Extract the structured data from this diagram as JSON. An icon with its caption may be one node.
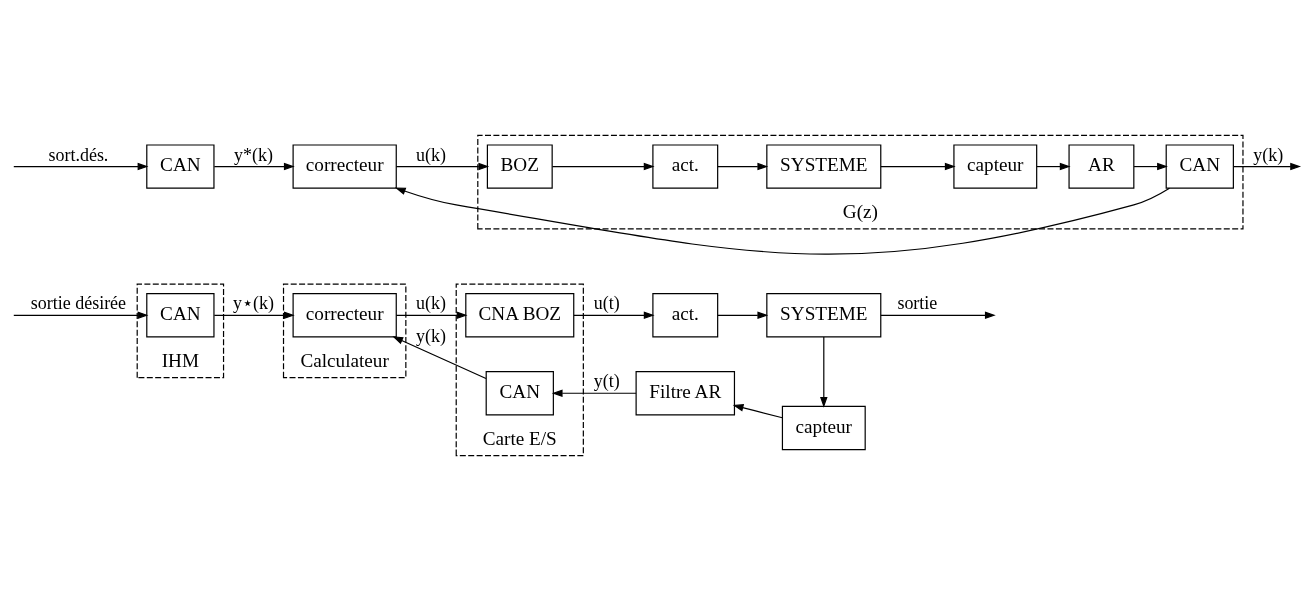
{
  "diagram": {
    "nodes": [
      {
        "text": [
          "IHM"
        ]
      },
      {
        "text": [
          "CAN"
        ],
        "in": 0
      },
      {
        "text": [
          "Calculateur"
        ]
      },
      {
        "text": [
          "correcteur"
        ],
        "in": 2
      },
      {
        "text": [
          "Carte E/S"
        ]
      },
      {
        "text": [
          "CNA BOZ"
        ],
        "in": 4
      },
      {
        "text": [
          "CAN"
        ],
        "in": 4
      },
      {
        "text": [
          "act."
        ]
      },
      {
        "text": [
          "SYSTEME"
        ]
      },
      {
        "text": [
          "Filtre AR"
        ]
      },
      {
        "text": [
          "capteur"
        ]
      },
      {
        "text": [
          "CAN"
        ]
      },
      {
        "text": [
          "correcteur"
        ]
      },
      {
        "text": [
          "G(z)"
        ]
      },
      {
        "text": [
          "BOZ"
        ],
        "in": 13
      },
      {
        "text": [
          "act."
        ],
        "in": 13
      },
      {
        "text": [
          "SYSTEME"
        ],
        "in": 13
      },
      {
        "text": [
          "capteur"
        ],
        "in": 13
      },
      {
        "text": [
          "AR"
        ],
        "in": 13
      },
      {
        "text": [
          "CAN"
        ],
        "in": 13
      }
    ],
    "edges": [
      {
        "from": null,
        "to": 1,
        "arrow": "to",
        "label": "sortie désirée"
      },
      {
        "from": 1,
        "to": 3,
        "arrow": "to",
        "label": "y⋆(k)"
      },
      {
        "from": 3,
        "to": 5,
        "arrow": "to",
        "label": "u(k)"
      },
      {
        "from": 5,
        "to": 7,
        "arrow": "to",
        "label": "u(t)"
      },
      {
        "from": 7,
        "to": 8,
        "arrow": "to"
      },
      {
        "from": 8,
        "to": null,
        "arrow": "to",
        "label": "sortie"
      },
      {
        "from": 8,
        "to": 10,
        "arrow": "to"
      },
      {
        "from": 10,
        "to": 9,
        "arrow": "to"
      },
      {
        "from": 9,
        "to": 6,
        "arrow": "to",
        "label": "y(t)"
      },
      {
        "from": 6,
        "to": 3,
        "arrow": "to",
        "label": "y(k)"
      },
      {
        "from": null,
        "to": 11,
        "arrow": "to",
        "label": "sort.dés."
      },
      {
        "from": 11,
        "to": 12,
        "arrow": "to",
        "label": "y*(k)"
      },
      {
        "from": 12,
        "to": 14,
        "arrow": "to",
        "label": "u(k)"
      },
      {
        "from": 14,
        "to": 15,
        "arrow": "to"
      },
      {
        "from": 15,
        "to": 16,
        "arrow": "to"
      },
      {
        "from": 16,
        "to": 17,
        "arrow": "to"
      },
      {
        "from": 17,
        "to": 18,
        "arrow": "to"
      },
      {
        "from": 18,
        "to": 19,
        "arrow": "to"
      },
      {
        "from": 19,
        "to": null,
        "arrow": "to",
        "label": "y(k)"
      },
      {
        "from": 19,
        "to": 12,
        "arrow": "to"
      }
    ]
  }
}
